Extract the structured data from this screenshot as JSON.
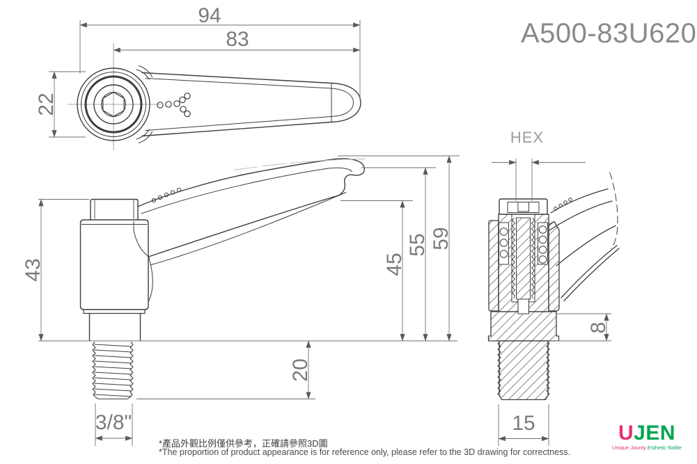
{
  "drawing": {
    "part_number": "A500-83U620",
    "top_view": {
      "dim_overall_length": "94",
      "dim_handle_length": "83",
      "dim_hub_width": "22"
    },
    "side_view": {
      "dim_body_height": "43",
      "dim_handle_tip_height": "45",
      "dim_handle_mid_height": "55",
      "dim_overall_height": "59",
      "dim_thread_length": "20",
      "dim_thread_size": "3/8\""
    },
    "section_view": {
      "hex_label": "HEX",
      "dim_boss_height": "8",
      "dim_stud_width": "15"
    },
    "footnote_zh": "*產品外觀比例僅供參考，正確請參照3D圖",
    "footnote_en": "*The proportion of product appearance is for reference only, please refer to the 3D drawing for correctness.",
    "logo": {
      "name_first": "U",
      "name_rest": "JEN",
      "tagline_first": "Unique Jaunty",
      "tagline_rest": " Esthetic Noble"
    },
    "colors": {
      "outline": "#3d3d3d",
      "dimension_line": "#6e6e6e",
      "dimension_text": "#7a7a7a",
      "logo_pink": "#e8326b",
      "logo_green": "#00a551"
    }
  }
}
